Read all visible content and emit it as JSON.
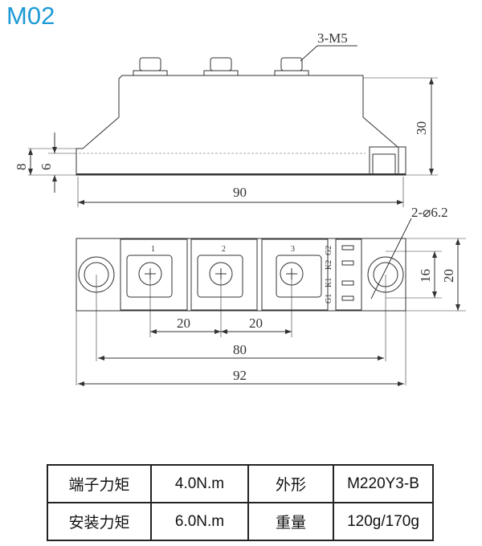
{
  "title": "M02",
  "drawing": {
    "thread_label": "3-M5",
    "hole_label": "2-⌀6.2",
    "dims": {
      "height_30": "30",
      "base_8": "8",
      "base_6": "6",
      "length_90": "90",
      "pitch_1": "20",
      "pitch_2": "20",
      "hole_spacing": "80",
      "total_length": "92",
      "width_16": "16",
      "width_20": "20"
    },
    "terminals": [
      "1",
      "2",
      "3"
    ],
    "pins": [
      "G2",
      "K2",
      "K1",
      "G1"
    ]
  },
  "specs": {
    "rows": [
      [
        "端子力矩",
        "4.0N.m",
        "外形",
        "M220Y3-B"
      ],
      [
        "安装力矩",
        "6.0N.m",
        "重量",
        "120g/170g"
      ]
    ]
  }
}
